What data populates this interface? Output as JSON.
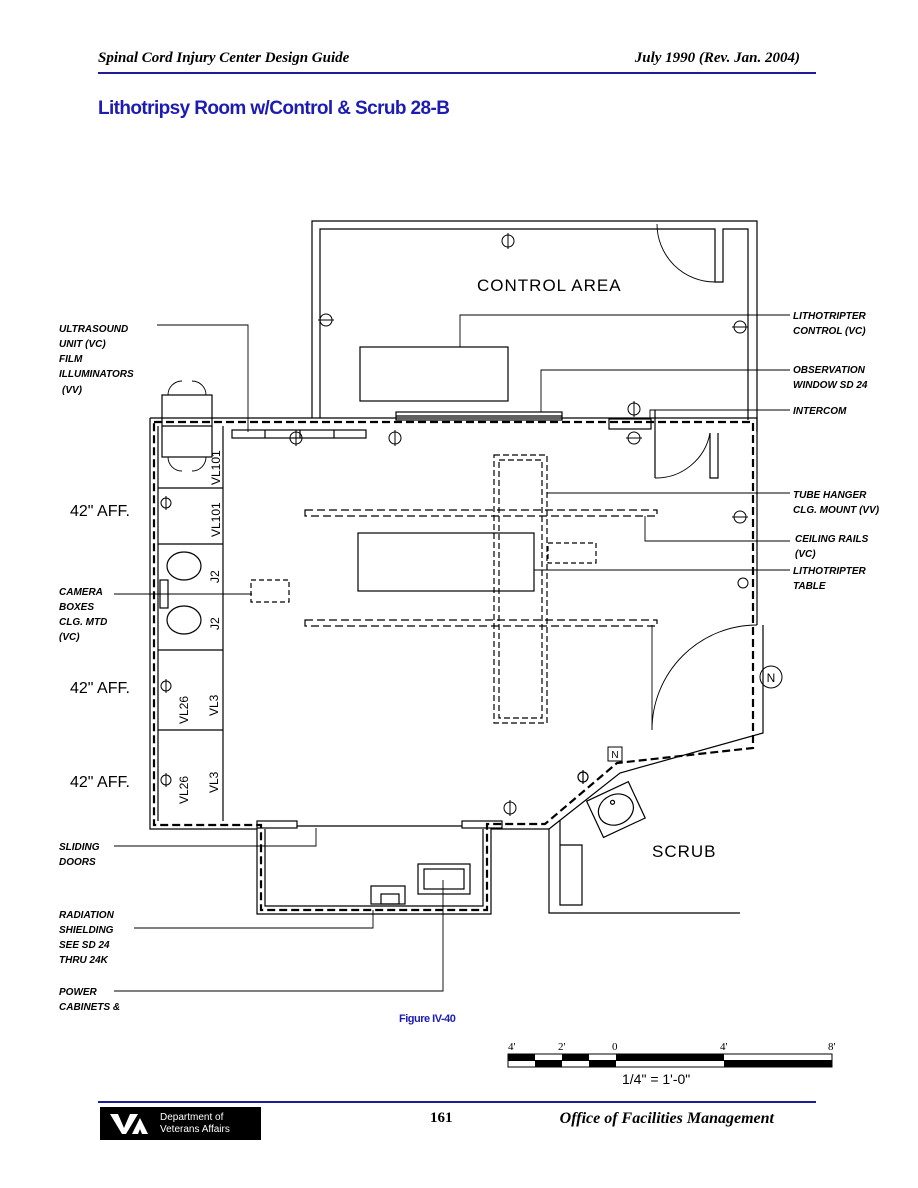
{
  "header": {
    "left": "Spinal Cord Injury Center Design Guide",
    "right": "July 1990 (Rev. Jan. 2004)"
  },
  "title": "Lithotripsy Room w/Control & Scrub 28-B",
  "labels": {
    "ultrasound": [
      "ULTRASOUND",
      "UNIT (VC)",
      "FILM",
      "ILLUMINATORS",
      "(VV)"
    ],
    "camera": [
      "CAMERA",
      "BOXES",
      "CLG. MTD",
      "(VC)"
    ],
    "sliding": [
      "SLIDING",
      "DOORS"
    ],
    "radiation": [
      "RADIATION",
      "SHIELDING",
      "SEE SD 24",
      "THRU 24K"
    ],
    "power": [
      "POWER",
      "CABINETS &"
    ],
    "litho_control": [
      "LITHOTRIPTER",
      "CONTROL (VC)"
    ],
    "observation": [
      "OBSERVATION",
      "WINDOW SD 24"
    ],
    "intercom": [
      "INTERCOM"
    ],
    "tube_hanger": [
      "TUBE HANGER",
      "CLG. MOUNT (VV)"
    ],
    "ceiling_rails": [
      "CEILING RAILS",
      "(VC)"
    ],
    "litho_table": [
      "LITHOTRIPTER",
      "TABLE"
    ]
  },
  "rooms": {
    "control": "CONTROL  AREA",
    "scrub": "SCRUB"
  },
  "aff": [
    "42\" AFF.",
    "42\" AFF.",
    "42\" AFF."
  ],
  "casework": [
    "VL101",
    "VL101",
    "J2",
    "J2",
    "VL26",
    "VL3",
    "VL26",
    "VL3"
  ],
  "north_marker": "N",
  "north_small": "N",
  "figure": "Figure IV-40",
  "scale": {
    "ticks": [
      "4'",
      "2'",
      "0",
      "4'",
      "8'"
    ],
    "caption": "1/4\" = 1'-0\""
  },
  "footer": {
    "page": "161",
    "office": "Office of Facilities Management",
    "logo_line1": "Department of",
    "logo_line2": "Veterans Affairs"
  }
}
